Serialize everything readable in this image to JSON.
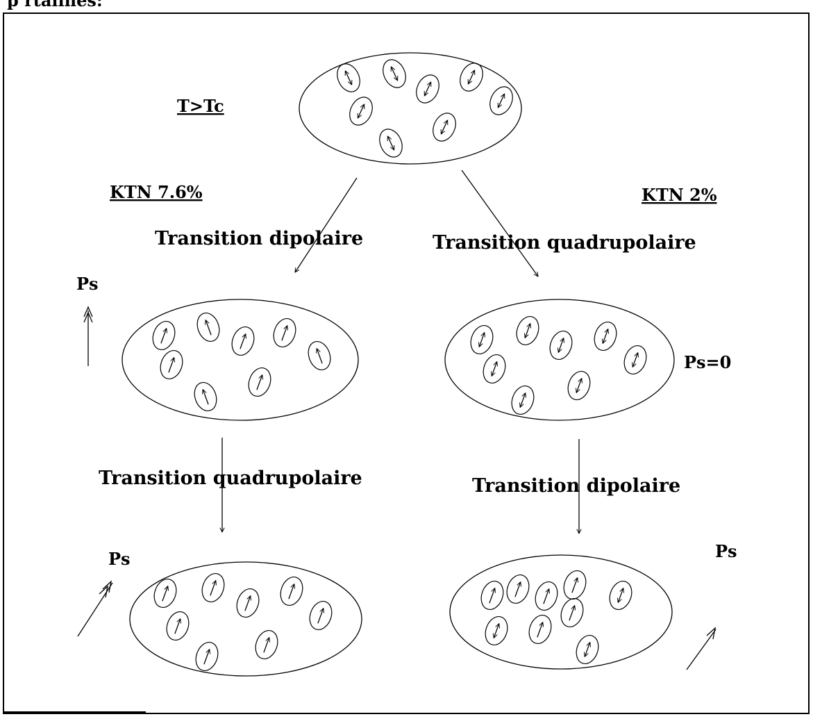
{
  "header_fragment": "p  rtalines:",
  "labels": {
    "t_gt_tc": "T>Tc",
    "ktn_76": "KTN 7.6%",
    "ktn_2": "KTN 2%",
    "ps": "Ps",
    "ps_zero": "Ps=0",
    "ps_cut": "Ps"
  },
  "transitions": {
    "left_first": "Transition dipolaire",
    "right_first": "Transition quadrupolaire",
    "left_second": "Transition quadrupolaire",
    "right_second": "Transition dipolaire"
  }
}
